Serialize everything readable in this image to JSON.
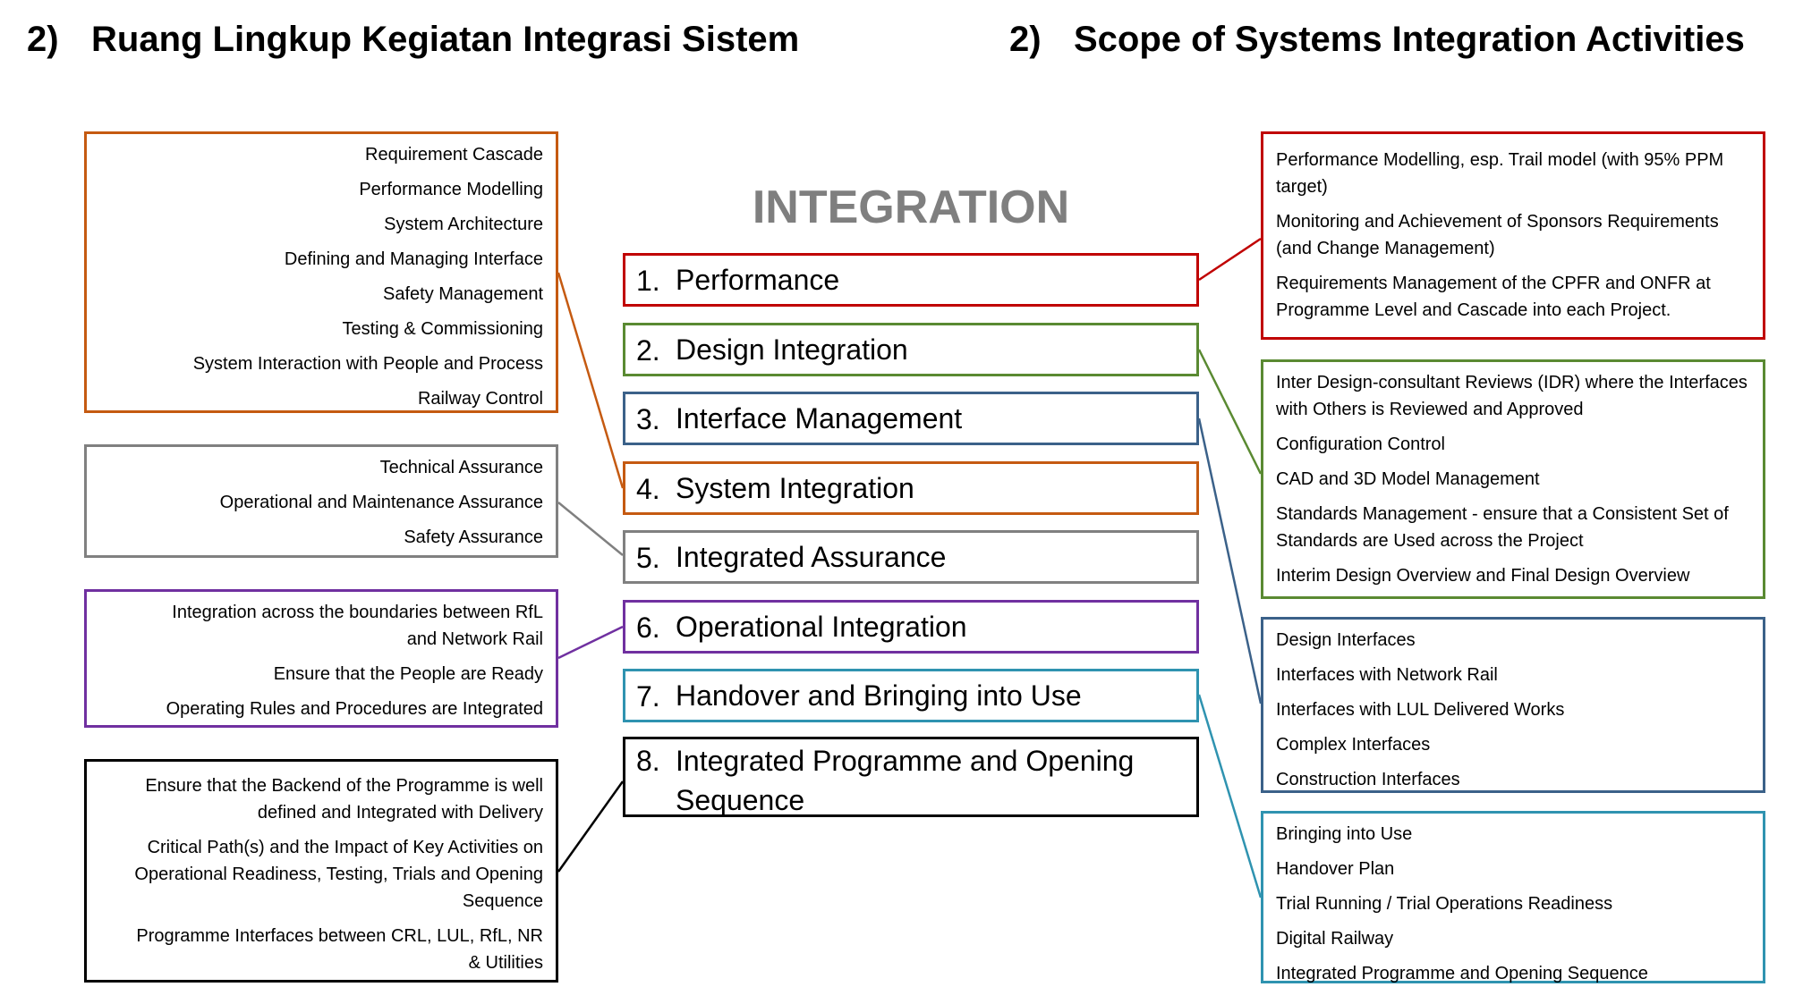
{
  "titles": {
    "left": {
      "number": "2)",
      "text": "Ruang Lingkup Kegiatan Integrasi Sistem"
    },
    "right": {
      "number": "2)",
      "text": "Scope of Systems Integration Activities"
    }
  },
  "heading": "INTEGRATION",
  "colors": {
    "red": "#c00000",
    "green": "#5a8a32",
    "blue": "#3b6189",
    "orange": "#c55a11",
    "gray": "#808080",
    "purple": "#7030a0",
    "teal": "#2f93b0",
    "black": "#000000"
  },
  "center": [
    {
      "n": "1.",
      "t": "Performance"
    },
    {
      "n": "2.",
      "t": "Design Integration"
    },
    {
      "n": "3.",
      "t": "Interface Management"
    },
    {
      "n": "4.",
      "t": "System Integration"
    },
    {
      "n": "5.",
      "t": "Integrated Assurance"
    },
    {
      "n": "6.",
      "t": "Operational Integration"
    },
    {
      "n": "7.",
      "t": "Handover and Bringing into Use"
    },
    {
      "n": "8.",
      "t": "Integrated Programme and Opening Sequence"
    }
  ],
  "left_boxes": {
    "system_integration": [
      "Requirement Cascade",
      "Performance Modelling",
      "System Architecture",
      "Defining and Managing Interface",
      "Safety Management",
      "Testing & Commissioning",
      "System Interaction with People and Process",
      "Railway Control"
    ],
    "integrated_assurance": [
      "Technical Assurance",
      "Operational and Maintenance Assurance",
      "Safety Assurance"
    ],
    "operational_integration": [
      "Integration across the boundaries between RfL and Network Rail",
      "Ensure that the People are Ready",
      "Operating Rules and Procedures are Integrated"
    ],
    "programme": [
      "Ensure that the Backend of the Programme is well defined and Integrated with Delivery",
      "Critical Path(s) and the Impact of Key Activities on Operational Readiness, Testing, Trials and Opening Sequence",
      "Programme Interfaces between CRL, LUL, RfL, NR & Utilities"
    ]
  },
  "right_boxes": {
    "performance": [
      "Performance Modelling, esp. Trail model (with 95% PPM target)",
      "Monitoring and Achievement of Sponsors Requirements (and Change Management)",
      "Requirements Management of the CPFR and ONFR at Programme Level and Cascade into each Project."
    ],
    "design_integration": [
      "Inter Design-consultant Reviews (IDR) where the Interfaces with Others is Reviewed and Approved",
      "Configuration Control",
      "CAD and 3D Model Management",
      "Standards Management - ensure that a Consistent Set of Standards are Used across the Project",
      "Interim Design Overview and Final Design Overview"
    ],
    "interface_management": [
      "Design Interfaces",
      "Interfaces with Network Rail",
      "Interfaces with LUL Delivered Works",
      "Complex Interfaces",
      "Construction Interfaces"
    ],
    "handover": [
      "Bringing into Use",
      "Handover Plan",
      "Trial Running / Trial Operations Readiness",
      "Digital Railway",
      "Integrated Programme and Opening Sequence"
    ]
  }
}
